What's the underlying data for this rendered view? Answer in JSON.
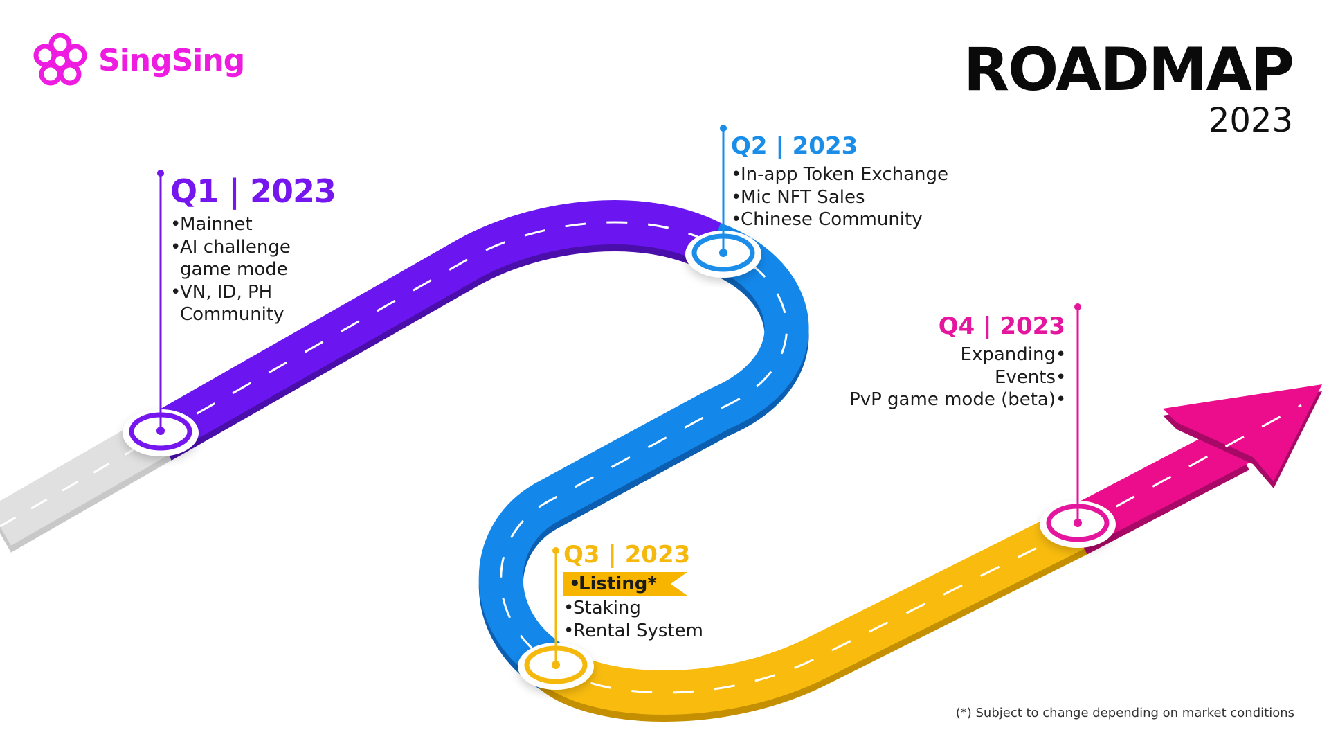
{
  "brand": {
    "name": "SingSing",
    "logo_icon": "singsing-flower-logo-icon",
    "color": "#ee1be0"
  },
  "title": {
    "main": "ROADMAP",
    "year": "2023"
  },
  "milestones": {
    "q1": {
      "heading": "Q1 | 2023",
      "color": "#7616ee",
      "items": [
        "Mainnet",
        "AI challenge",
        "game mode",
        "VN, ID, PH",
        "Community"
      ]
    },
    "q2": {
      "heading": "Q2 | 2023",
      "color": "#1a8de8",
      "items": [
        "In-app Token Exchange",
        "Mic NFT Sales",
        "Chinese Community"
      ]
    },
    "q3": {
      "heading": "Q3 | 2023",
      "color": "#f5b80d",
      "items": [
        "Listing*",
        "Staking",
        "Rental System"
      ]
    },
    "q4": {
      "heading": "Q4 | 2023",
      "color": "#e3169d",
      "items": [
        "Expanding",
        "Events",
        "PvP game mode (beta)"
      ]
    }
  },
  "footnote": "(*) Subject to change depending on market conditions",
  "road_colors": {
    "start": "#dcdcdc",
    "q1": "#6b16f0",
    "q2": "#1387ea",
    "q3": "#f8bb0e",
    "q4": "#ec0d8c"
  }
}
